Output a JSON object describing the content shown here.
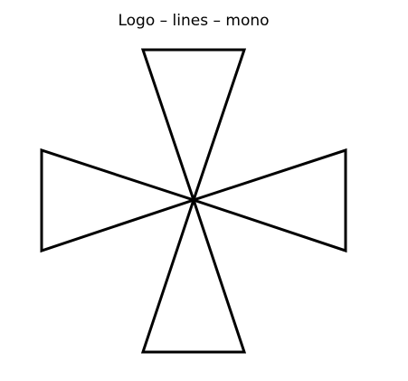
{
  "title": "Logo – lines – mono",
  "logo": {
    "style": "lines",
    "color": "#000000",
    "shape": "cross-of-four-triangles"
  }
}
